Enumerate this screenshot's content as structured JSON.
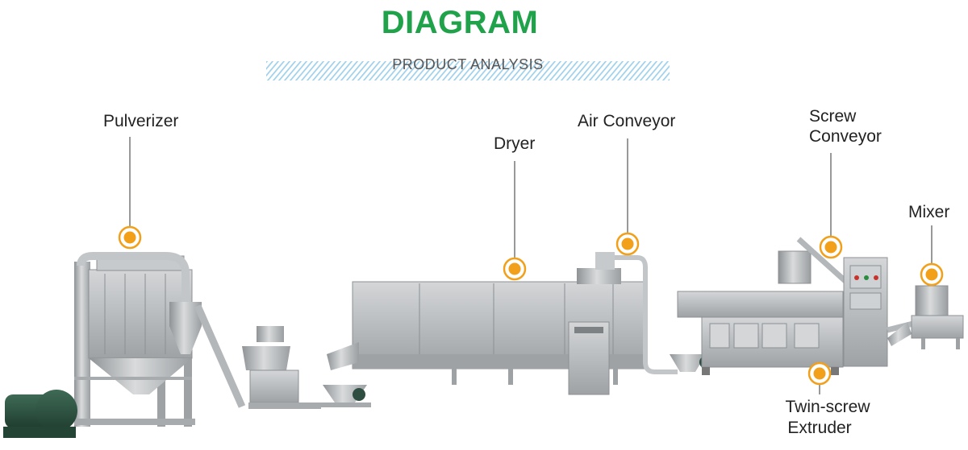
{
  "header": {
    "title": "DIAGRAM",
    "subtitle": "PRODUCT ANALYSIS"
  },
  "colors": {
    "title_green": "#1fa24a",
    "marker_orange": "#f2a01a",
    "stripe_blue": "#9fd0ec",
    "machine_gray": "#b9bcbe"
  },
  "labels": {
    "pulverizer": "Pulverizer",
    "dryer": "Dryer",
    "air_conveyor": "Air Conveyor",
    "screw_conveyor_line1": "Screw",
    "screw_conveyor_line2": "Conveyor",
    "mixer": "Mixer",
    "twin_screw_line1": "Twin-screw",
    "twin_screw_line2": "Extruder"
  }
}
